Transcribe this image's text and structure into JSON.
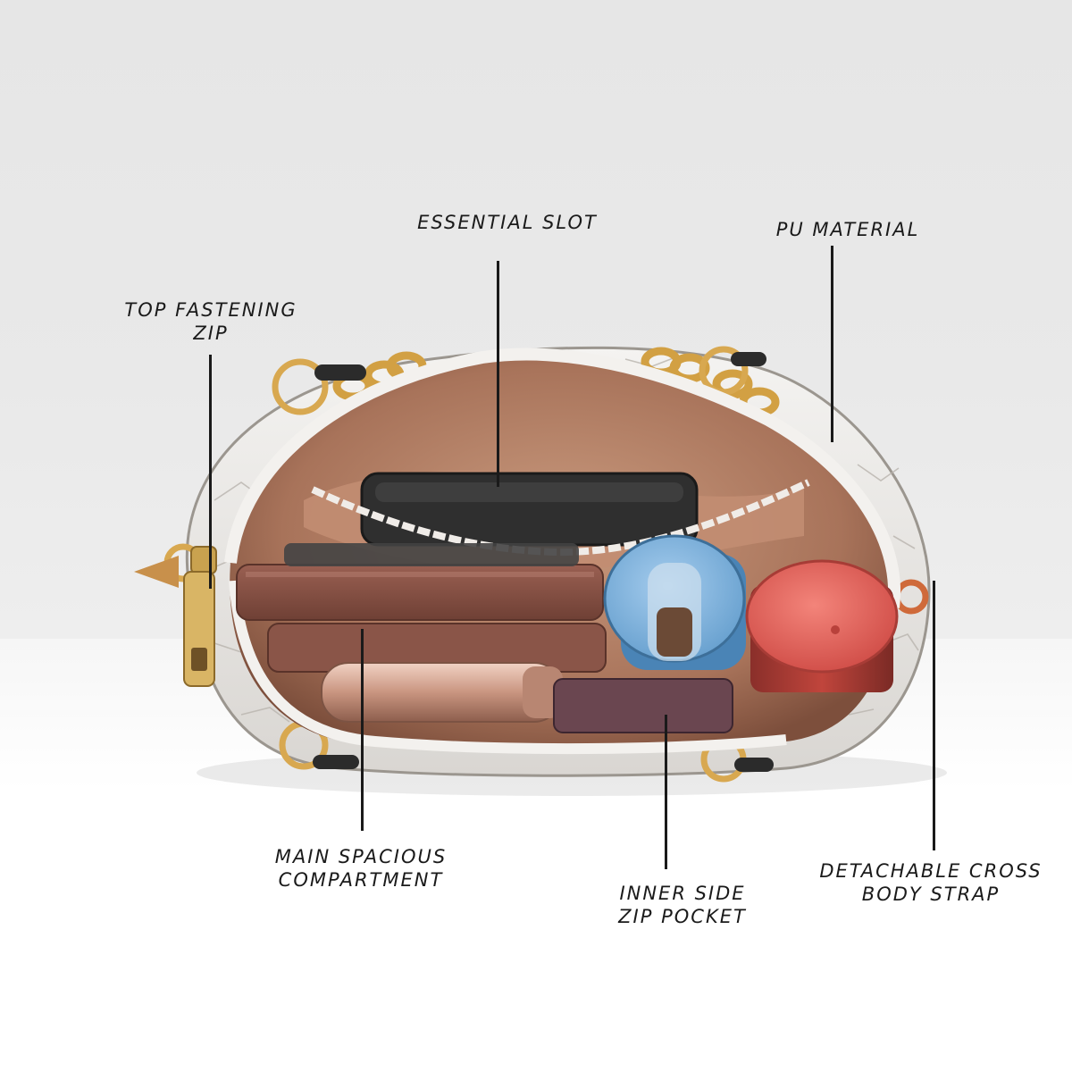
{
  "callouts": {
    "essential_slot": "ESSENTIAL SLOT",
    "pu_material": "PU MATERIAL",
    "top_zip_line1": "TOP FASTENING",
    "top_zip_line2": "ZIP",
    "main_line1": "MAIN SPACIOUS",
    "main_line2": "COMPARTMENT",
    "inner_line1": "INNER SIDE",
    "inner_line2": "ZIP POCKET",
    "strap_line1": "DETACHABLE CROSS",
    "strap_line2": "BODY STRAP"
  },
  "colors": {
    "bag_white": "#eeecea",
    "lining_brown": "#b07e62",
    "gold_hardware": "#d7a44c",
    "wallet_brown": "#8b5448",
    "bottle_blue": "#7fb3dc",
    "bottle_red": "#e06058",
    "line_ink": "#1a1a1a"
  }
}
